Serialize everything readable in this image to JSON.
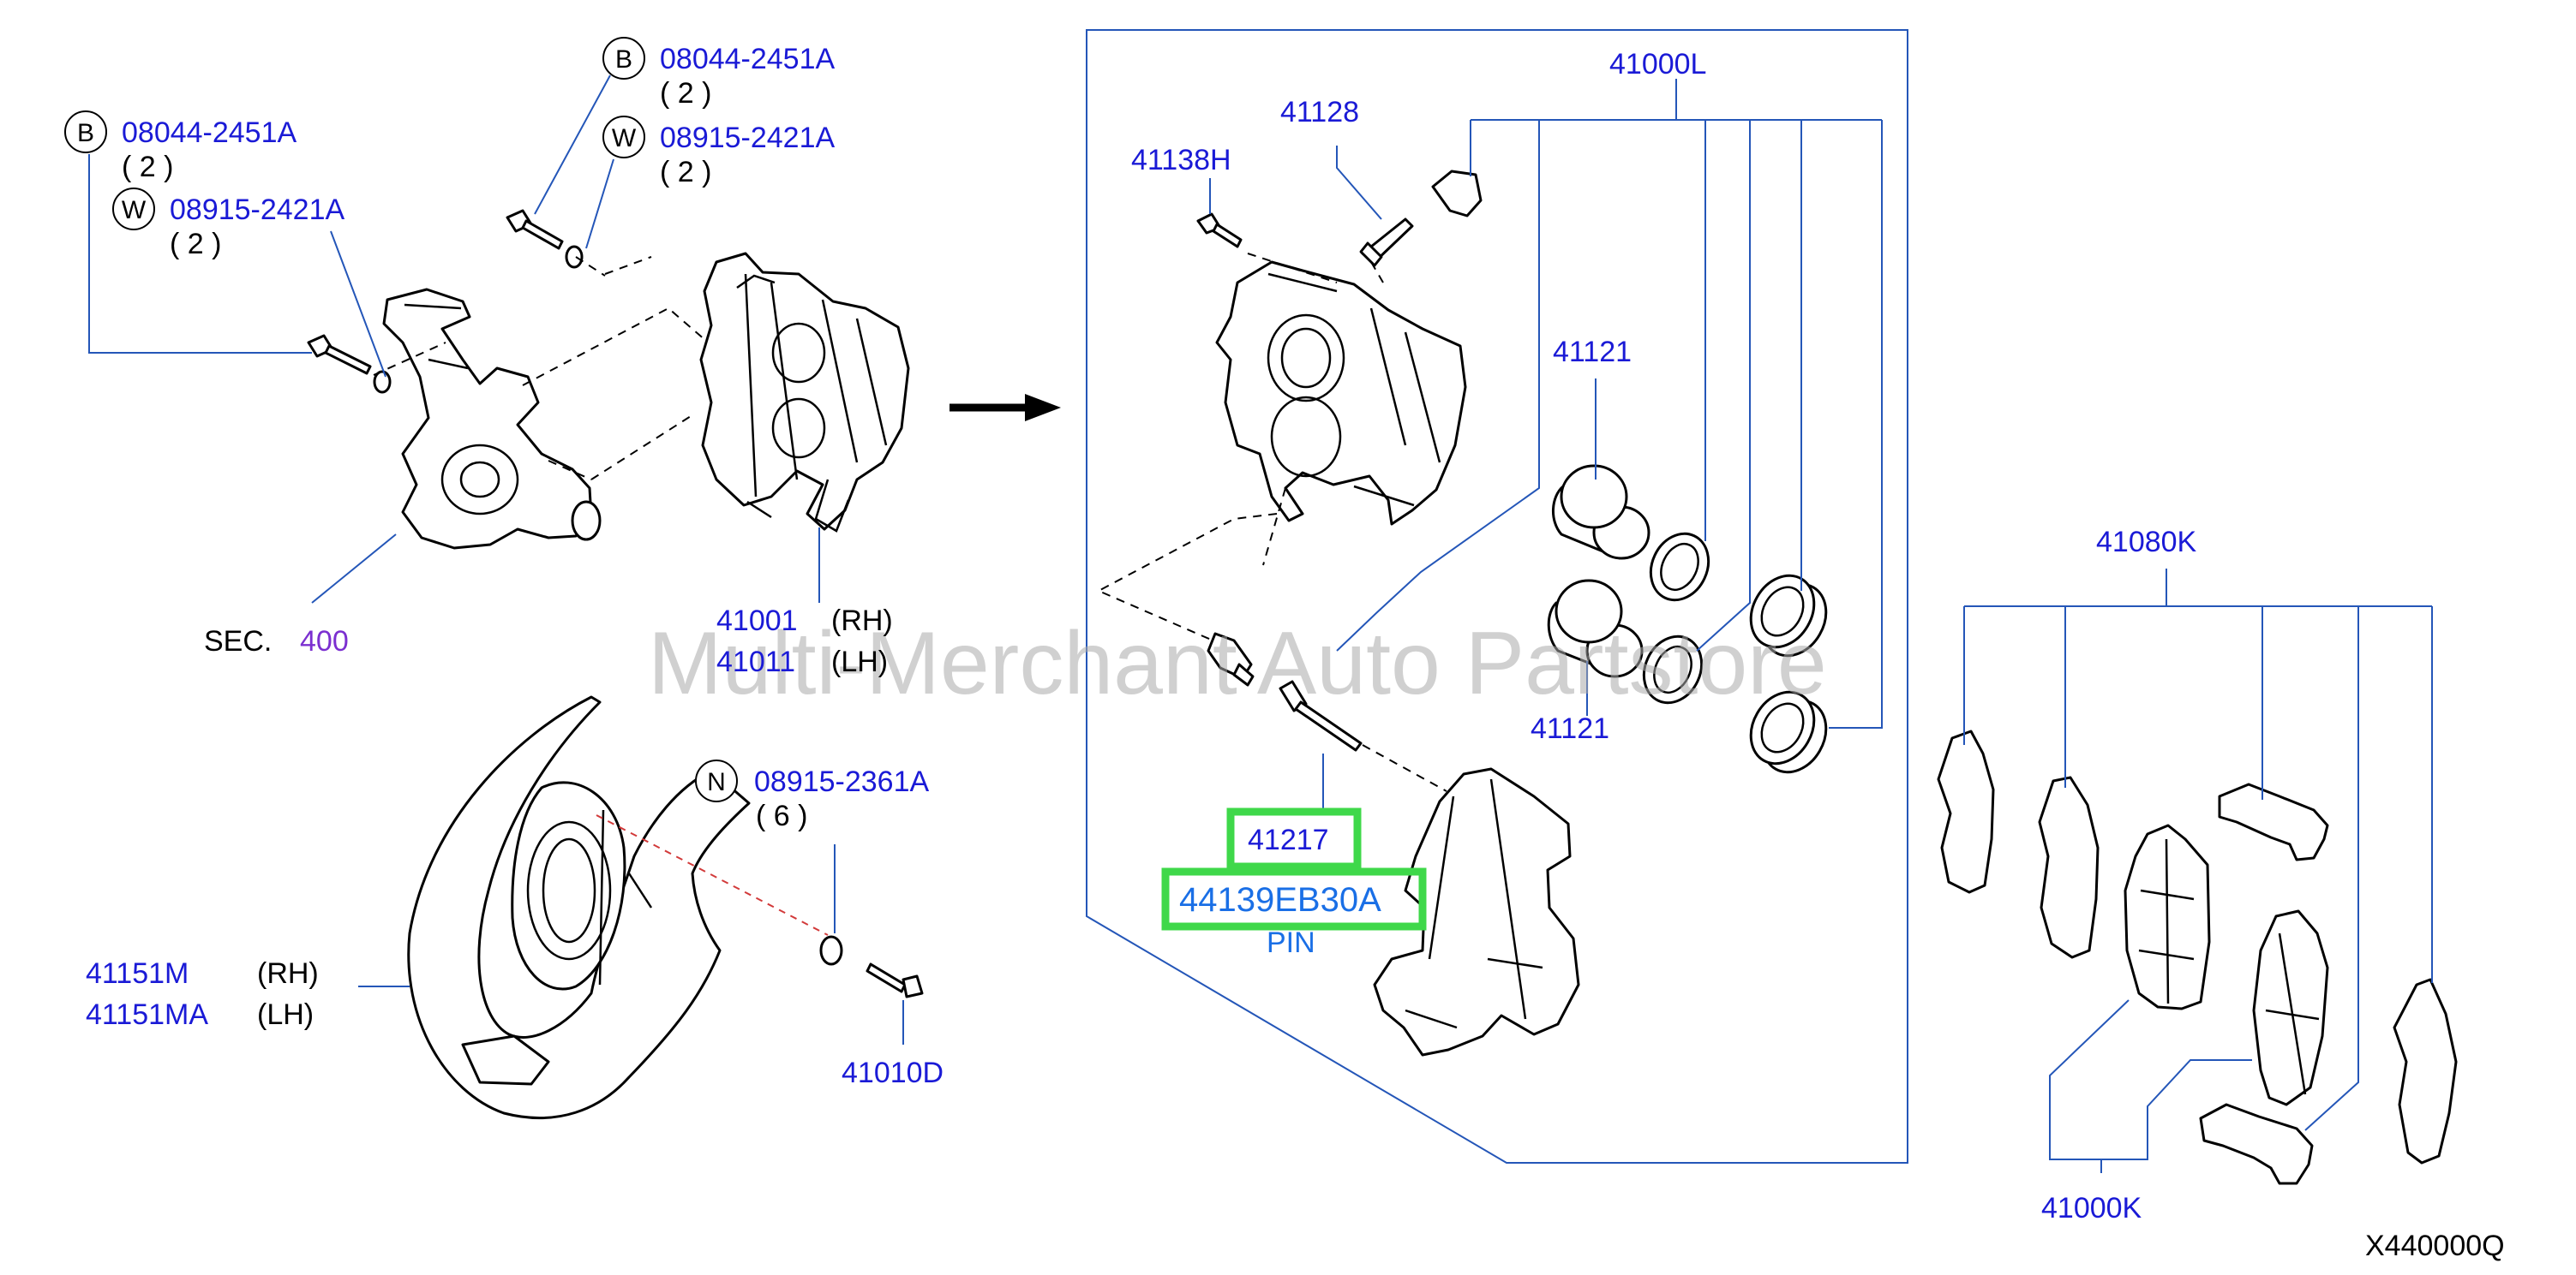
{
  "watermark": "Multi-Merchant Auto Partstore",
  "diagram_code": "X440000Q",
  "section": {
    "prefix": "SEC.",
    "number": "400"
  },
  "labels": {
    "bolt_top_badge": "B",
    "bolt_top_pn": "08044-2451A",
    "bolt_top_qty": "( 2 )",
    "washer_top_badge": "W",
    "washer_top_pn": "08915-2421A",
    "washer_top_qty": "( 2 )",
    "bolt_left_badge": "B",
    "bolt_left_pn": "08044-2451A",
    "bolt_left_qty": "( 2 )",
    "washer_left_badge": "W",
    "washer_left_pn": "08915-2421A",
    "washer_left_qty": "( 2 )",
    "caliper_rh_pn": "41001",
    "caliper_rh_side": "(RH)",
    "caliper_lh_pn": "41011",
    "caliper_lh_side": "(LH)",
    "nut_badge": "N",
    "nut_pn": "08915-2361A",
    "nut_qty": "( 6 )",
    "shield_rh_pn": "41151M",
    "shield_rh_side": "(RH)",
    "shield_lh_pn": "41151MA",
    "shield_lh_side": "(LH)",
    "bolt_shield_pn": "41010D",
    "seal_kit_pn": "41000L",
    "bleeder_pn": "41128",
    "bolt_caliper_pn": "41138H",
    "piston_upper_pn": "41121",
    "piston_lower_pn": "41121",
    "pin_pn": "41217",
    "pin_highlight_pn": "44139EB30A",
    "pin_desc": "PIN",
    "pad_kit_pn": "41080K",
    "pad_set_pn": "41000K"
  },
  "colors": {
    "part_number": "#1a1ad6",
    "highlight": "#3fd84a",
    "callout_line": "#2456b8",
    "section_ref": "#7b2fd0"
  }
}
